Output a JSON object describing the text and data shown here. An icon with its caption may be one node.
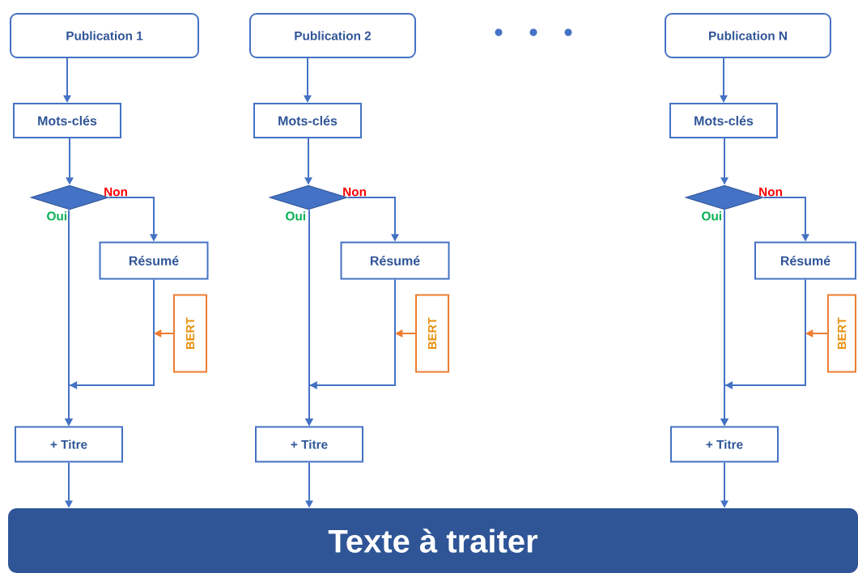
{
  "diagram": {
    "nodes": [
      {
        "text": [
          "Publication 1"
        ]
      },
      {
        "text": [
          "Mots-clés"
        ]
      },
      {
        "text": [],
        "shape": "diamond"
      },
      {
        "text": [
          "Résumé"
        ]
      },
      {
        "text": [
          "BERT"
        ]
      },
      {
        "text": [
          "+ Titre"
        ]
      },
      {
        "text": [
          "Publication 2"
        ]
      },
      {
        "text": [
          "Mots-clés"
        ]
      },
      {
        "text": [],
        "shape": "diamond"
      },
      {
        "text": [
          "Résumé"
        ]
      },
      {
        "text": [
          "BERT"
        ]
      },
      {
        "text": [
          "+ Titre"
        ]
      },
      {
        "text": [
          "Publication N"
        ]
      },
      {
        "text": [
          "Mots-clés"
        ]
      },
      {
        "text": [],
        "shape": "diamond"
      },
      {
        "text": [
          "Résumé"
        ]
      },
      {
        "text": [
          "BERT"
        ]
      },
      {
        "text": [
          "+ Titre"
        ]
      },
      {
        "text": [
          "Texte à traiter"
        ]
      }
    ],
    "edges": [
      {
        "from": 0,
        "to": 1,
        "arrow": "to"
      },
      {
        "from": 1,
        "to": 2,
        "arrow": "to"
      },
      {
        "from": 2,
        "to": 3,
        "arrow": "to",
        "label": "Non"
      },
      {
        "from": 2,
        "to": 5,
        "arrow": "to",
        "label": "Oui"
      },
      {
        "from": 3,
        "to": 5,
        "arrow": "to"
      },
      {
        "from": 4,
        "to": null,
        "arrow": "to",
        "color": "#ed7d31"
      },
      {
        "from": 5,
        "to": 18,
        "arrow": "to"
      },
      {
        "from": 6,
        "to": 7,
        "arrow": "to"
      },
      {
        "from": 7,
        "to": 8,
        "arrow": "to"
      },
      {
        "from": 8,
        "to": 9,
        "arrow": "to",
        "label": "Non"
      },
      {
        "from": 8,
        "to": 11,
        "arrow": "to",
        "label": "Oui"
      },
      {
        "from": 9,
        "to": 11,
        "arrow": "to"
      },
      {
        "from": 10,
        "to": null,
        "arrow": "to",
        "color": "#ed7d31"
      },
      {
        "from": 11,
        "to": 18,
        "arrow": "to"
      },
      {
        "from": 12,
        "to": 13,
        "arrow": "to"
      },
      {
        "from": 13,
        "to": 14,
        "arrow": "to"
      },
      {
        "from": 14,
        "to": 15,
        "arrow": "to",
        "label": "Non"
      },
      {
        "from": 14,
        "to": 17,
        "arrow": "to",
        "label": "Oui"
      },
      {
        "from": 15,
        "to": 17,
        "arrow": "to"
      },
      {
        "from": 16,
        "to": null,
        "arrow": "to",
        "color": "#ed7d31"
      },
      {
        "from": 17,
        "to": 18,
        "arrow": "to"
      }
    ]
  }
}
